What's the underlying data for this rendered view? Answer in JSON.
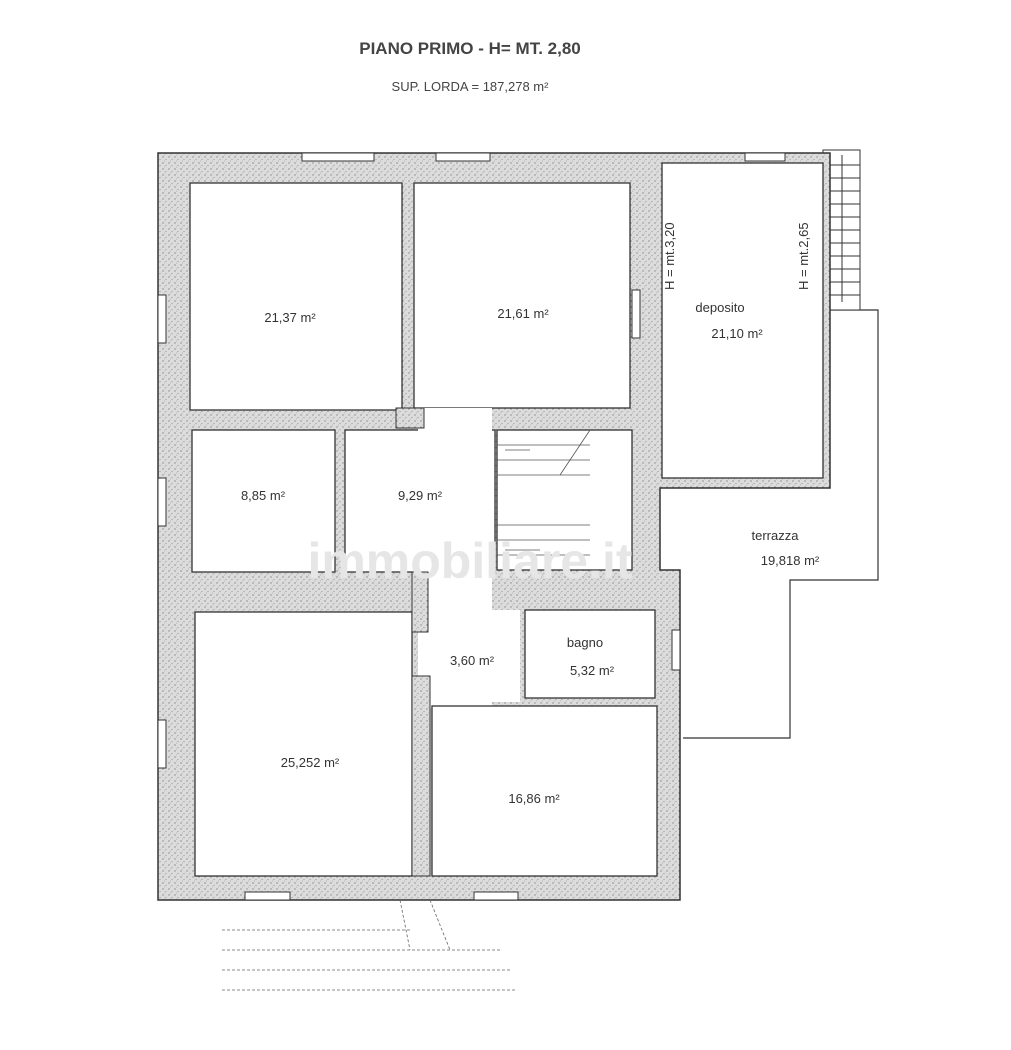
{
  "header": {
    "title": "PIANO PRIMO - H= MT. 2,80",
    "subtitle": "SUP. LORDA = 187,278 m²"
  },
  "rooms": [
    {
      "id": "room-top-left",
      "area": "21,37 m²"
    },
    {
      "id": "room-top-center",
      "area": "21,61 m²"
    },
    {
      "id": "deposito",
      "name": "deposito",
      "area": "21,10 m²",
      "height_left": "H = mt.3,20",
      "height_right": "H = mt.2,65"
    },
    {
      "id": "room-small-left",
      "area": "8,85 m²"
    },
    {
      "id": "hallway",
      "area": "9,29 m²"
    },
    {
      "id": "corridor",
      "area": "3,60 m²"
    },
    {
      "id": "bagno",
      "name": "bagno",
      "area": "5,32 m²"
    },
    {
      "id": "room-bottom-left",
      "area": "25,252 m²"
    },
    {
      "id": "room-bottom-right",
      "area": "16,86 m²"
    },
    {
      "id": "terrazza",
      "name": "terrazza",
      "area": "19,818 m²"
    }
  ],
  "watermark": "immobiliare.it",
  "colors": {
    "wall": "#d2d2d2",
    "line": "#333333"
  }
}
